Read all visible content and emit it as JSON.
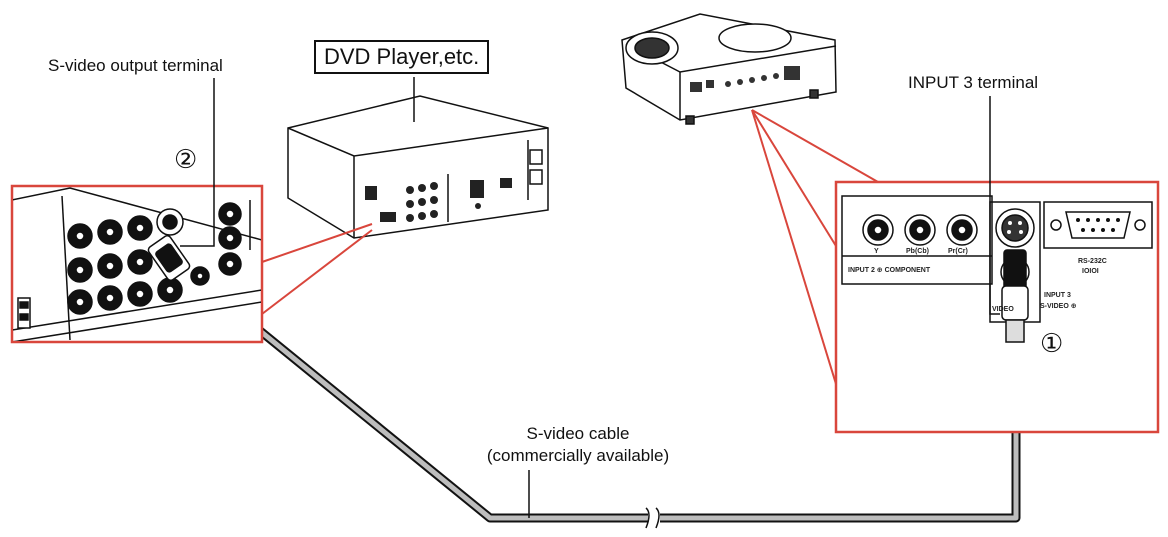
{
  "labels": {
    "svideo_output": "S-video output terminal",
    "dvd_player": "DVD Player,etc.",
    "input3_terminal": "INPUT 3 terminal",
    "cable_line1": "S-video cable",
    "cable_line2": "(commercially available)"
  },
  "step_markers": {
    "step1": "①",
    "step2": "②"
  },
  "panel_texts": {
    "jack_y": "Y",
    "jack_pb": "Pb(Cb)",
    "jack_pr": "Pr(Cr)",
    "component": "INPUT 2 ⊕ COMPONENT",
    "input3_line1": "INPUT 3",
    "input3_line2": "S-VIDEO ⊕",
    "video": "VIDEO",
    "rs232c": "RS-232C",
    "rs232c_symbol": "IOIOI"
  },
  "colors": {
    "callout_red": "#d9463c",
    "line": "#111111",
    "cable_fill": "#bdbdbd"
  }
}
